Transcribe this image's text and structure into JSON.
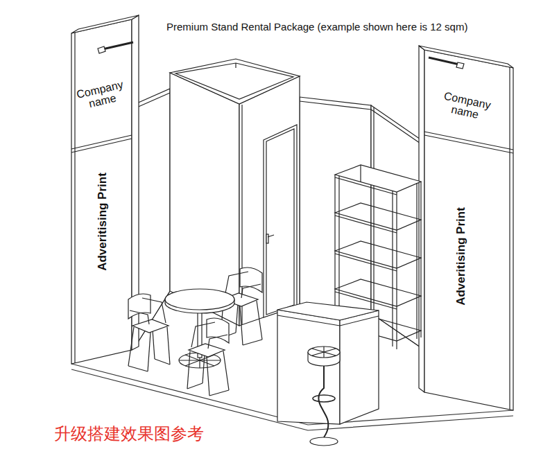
{
  "diagram": {
    "title": "Premium Stand Rental Package (example shown here is 12 sqm)",
    "caption": "升级搭建效果图参考",
    "nodes": [
      {
        "text": [
          "Company name",
          "Adveritising Print"
        ]
      },
      {
        "text": [
          "Company name",
          "Adveritising Print"
        ]
      }
    ]
  }
}
